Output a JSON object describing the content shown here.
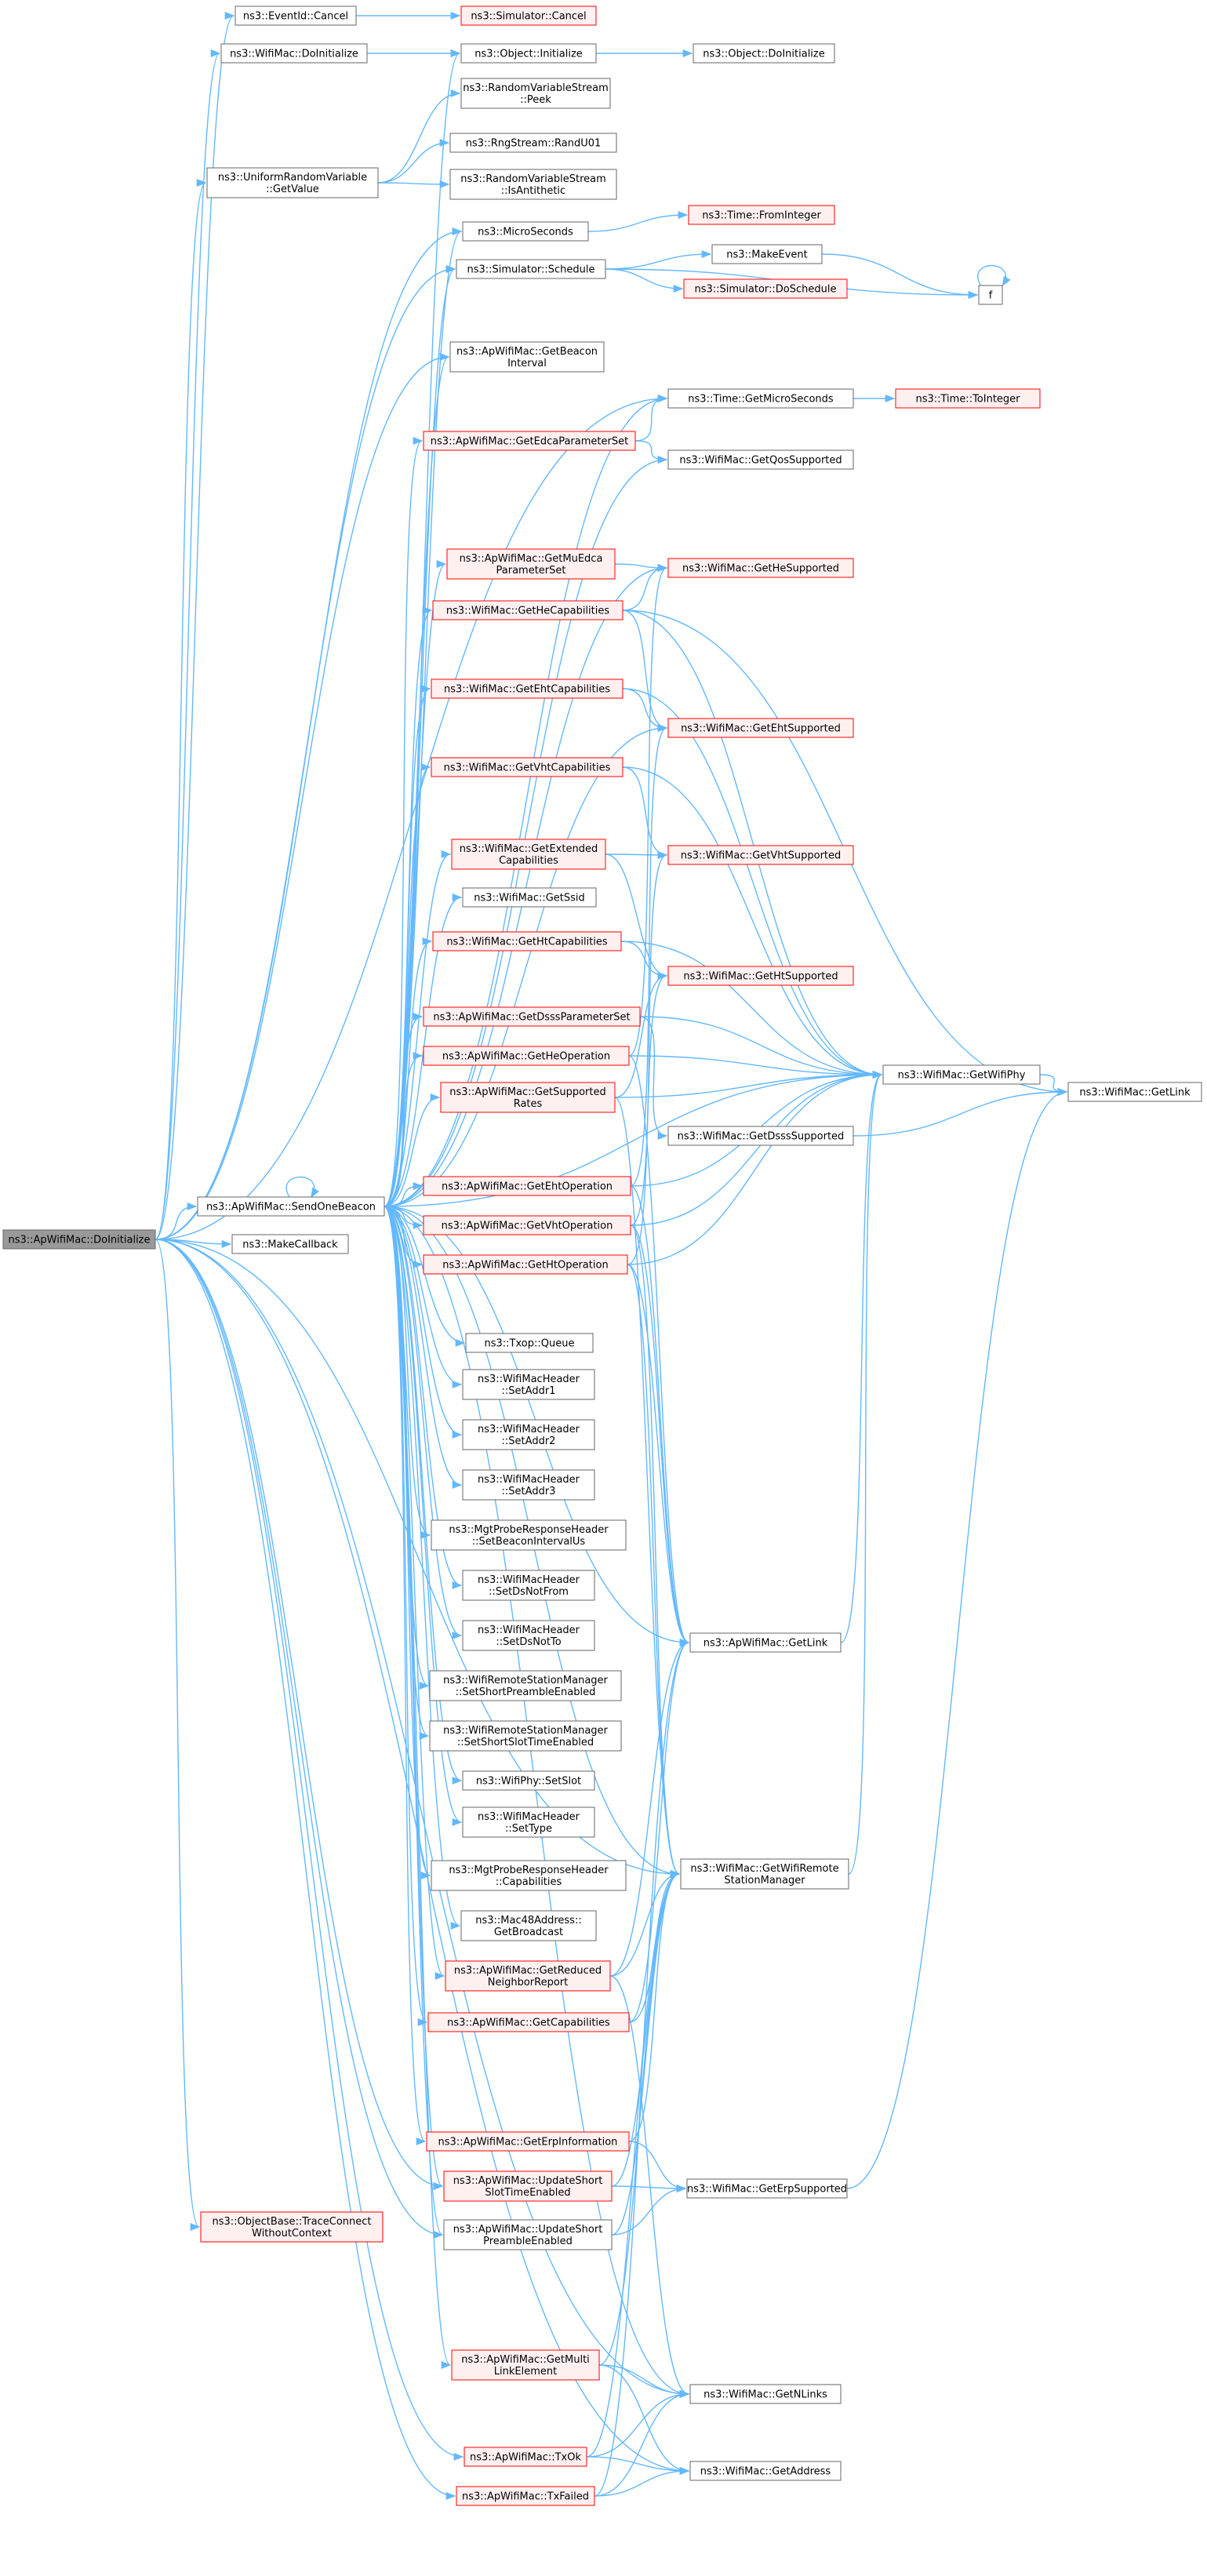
{
  "colors": {
    "edge": "#63b8ff",
    "root_fill": "#999999",
    "root_border": "#666666",
    "node_fill": "#ffffff",
    "node_border": "#666666",
    "highlight_fill": "#fff0f0",
    "highlight_border": "#ff0000",
    "text": "#000000"
  },
  "nodes": [
    {
      "id": "root",
      "lines": [
        "ns3::ApWifiMac::DoInitialize"
      ],
      "style": "root"
    },
    {
      "id": "eventid_cancel",
      "lines": [
        "ns3::EventId::Cancel"
      ],
      "style": "normal"
    },
    {
      "id": "sim_cancel",
      "lines": [
        "ns3::Simulator::Cancel"
      ],
      "style": "red"
    },
    {
      "id": "wifimac_doinit",
      "lines": [
        "ns3::WifiMac::DoInitialize"
      ],
      "style": "normal"
    },
    {
      "id": "obj_initialize",
      "lines": [
        "ns3::Object::Initialize"
      ],
      "style": "normal"
    },
    {
      "id": "obj_doinit",
      "lines": [
        "ns3::Object::DoInitialize"
      ],
      "style": "normal"
    },
    {
      "id": "rvs_peek",
      "lines": [
        "ns3::RandomVariableStream",
        "::Peek"
      ],
      "style": "normal"
    },
    {
      "id": "urv_getvalue",
      "lines": [
        "ns3::UniformRandomVariable",
        "::GetValue"
      ],
      "style": "normal"
    },
    {
      "id": "rng_randu01",
      "lines": [
        "ns3::RngStream::RandU01"
      ],
      "style": "normal"
    },
    {
      "id": "rvs_isanti",
      "lines": [
        "ns3::RandomVariableStream",
        "::IsAntithetic"
      ],
      "style": "normal"
    },
    {
      "id": "microseconds",
      "lines": [
        "ns3::MicroSeconds"
      ],
      "style": "normal"
    },
    {
      "id": "time_frominteger",
      "lines": [
        "ns3::Time::FromInteger"
      ],
      "style": "red"
    },
    {
      "id": "sim_schedule",
      "lines": [
        "ns3::Simulator::Schedule"
      ],
      "style": "normal"
    },
    {
      "id": "makeevent",
      "lines": [
        "ns3::MakeEvent"
      ],
      "style": "normal"
    },
    {
      "id": "sim_doschedule",
      "lines": [
        "ns3::Simulator::DoSchedule"
      ],
      "style": "red"
    },
    {
      "id": "f",
      "lines": [
        "f"
      ],
      "style": "normal"
    },
    {
      "id": "getbeaconinterval",
      "lines": [
        "ns3::ApWifiMac::GetBeacon",
        "Interval"
      ],
      "style": "normal"
    },
    {
      "id": "time_getmicroseconds",
      "lines": [
        "ns3::Time::GetMicroSeconds"
      ],
      "style": "normal"
    },
    {
      "id": "time_tointeger",
      "lines": [
        "ns3::Time::ToInteger"
      ],
      "style": "red"
    },
    {
      "id": "getedca",
      "lines": [
        "ns3::ApWifiMac::GetEdcaParameterSet"
      ],
      "style": "red"
    },
    {
      "id": "getqossupported",
      "lines": [
        "ns3::WifiMac::GetQosSupported"
      ],
      "style": "normal"
    },
    {
      "id": "getmuedca",
      "lines": [
        "ns3::ApWifiMac::GetMuEdca",
        "ParameterSet"
      ],
      "style": "red"
    },
    {
      "id": "gethesupported",
      "lines": [
        "ns3::WifiMac::GetHeSupported"
      ],
      "style": "red"
    },
    {
      "id": "gethecap",
      "lines": [
        "ns3::WifiMac::GetHeCapabilities"
      ],
      "style": "red"
    },
    {
      "id": "getehtcap",
      "lines": [
        "ns3::WifiMac::GetEhtCapabilities"
      ],
      "style": "red"
    },
    {
      "id": "getehtsupported",
      "lines": [
        "ns3::WifiMac::GetEhtSupported"
      ],
      "style": "red"
    },
    {
      "id": "getvhtcap",
      "lines": [
        "ns3::WifiMac::GetVhtCapabilities"
      ],
      "style": "red"
    },
    {
      "id": "getextcap",
      "lines": [
        "ns3::WifiMac::GetExtended",
        "Capabilities"
      ],
      "style": "red"
    },
    {
      "id": "getvhtsupported",
      "lines": [
        "ns3::WifiMac::GetVhtSupported"
      ],
      "style": "red"
    },
    {
      "id": "getssid",
      "lines": [
        "ns3::WifiMac::GetSsid"
      ],
      "style": "normal"
    },
    {
      "id": "gethtcap",
      "lines": [
        "ns3::WifiMac::GetHtCapabilities"
      ],
      "style": "red"
    },
    {
      "id": "gethtsupported",
      "lines": [
        "ns3::WifiMac::GetHtSupported"
      ],
      "style": "red"
    },
    {
      "id": "getdsss",
      "lines": [
        "ns3::ApWifiMac::GetDsssParameterSet"
      ],
      "style": "red"
    },
    {
      "id": "getheop",
      "lines": [
        "ns3::ApWifiMac::GetHeOperation"
      ],
      "style": "red"
    },
    {
      "id": "getwifiphy",
      "lines": [
        "ns3::WifiMac::GetWifiPhy"
      ],
      "style": "normal"
    },
    {
      "id": "getsuprates",
      "lines": [
        "ns3::ApWifiMac::GetSupported",
        "Rates"
      ],
      "style": "red"
    },
    {
      "id": "getlink_wm",
      "lines": [
        "ns3::WifiMac::GetLink"
      ],
      "style": "normal"
    },
    {
      "id": "getdssssupported",
      "lines": [
        "ns3::WifiMac::GetDsssSupported"
      ],
      "style": "normal"
    },
    {
      "id": "sendonebeacon",
      "lines": [
        "ns3::ApWifiMac::SendOneBeacon"
      ],
      "style": "normal"
    },
    {
      "id": "getehtop",
      "lines": [
        "ns3::ApWifiMac::GetEhtOperation"
      ],
      "style": "red"
    },
    {
      "id": "makecallback",
      "lines": [
        "ns3::MakeCallback"
      ],
      "style": "normal"
    },
    {
      "id": "getvhtop",
      "lines": [
        "ns3::ApWifiMac::GetVhtOperation"
      ],
      "style": "red"
    },
    {
      "id": "gethtop",
      "lines": [
        "ns3::ApWifiMac::GetHtOperation"
      ],
      "style": "red"
    },
    {
      "id": "txop_queue",
      "lines": [
        "ns3::Txop::Queue"
      ],
      "style": "normal"
    },
    {
      "id": "setaddr1",
      "lines": [
        "ns3::WifiMacHeader",
        "::SetAddr1"
      ],
      "style": "normal"
    },
    {
      "id": "setaddr2",
      "lines": [
        "ns3::WifiMacHeader",
        "::SetAddr2"
      ],
      "style": "normal"
    },
    {
      "id": "setaddr3",
      "lines": [
        "ns3::WifiMacHeader",
        "::SetAddr3"
      ],
      "style": "normal"
    },
    {
      "id": "setbeaconint",
      "lines": [
        "ns3::MgtProbeResponseHeader",
        "::SetBeaconIntervalUs"
      ],
      "style": "normal"
    },
    {
      "id": "setdsnotfrom",
      "lines": [
        "ns3::WifiMacHeader",
        "::SetDsNotFrom"
      ],
      "style": "normal"
    },
    {
      "id": "setdsnotto",
      "lines": [
        "ns3::WifiMacHeader",
        "::SetDsNotTo"
      ],
      "style": "normal"
    },
    {
      "id": "getlink_ap",
      "lines": [
        "ns3::ApWifiMac::GetLink"
      ],
      "style": "normal"
    },
    {
      "id": "setshortpreamble",
      "lines": [
        "ns3::WifiRemoteStationManager",
        "::SetShortPreambleEnabled"
      ],
      "style": "normal"
    },
    {
      "id": "setshortslot",
      "lines": [
        "ns3::WifiRemoteStationManager",
        "::SetShortSlotTimeEnabled"
      ],
      "style": "normal"
    },
    {
      "id": "phy_setslot",
      "lines": [
        "ns3::WifiPhy::SetSlot"
      ],
      "style": "normal"
    },
    {
      "id": "settype",
      "lines": [
        "ns3::WifiMacHeader",
        "::SetType"
      ],
      "style": "normal"
    },
    {
      "id": "getwifirsm",
      "lines": [
        "ns3::WifiMac::GetWifiRemote",
        "StationManager"
      ],
      "style": "normal"
    },
    {
      "id": "mgt_cap",
      "lines": [
        "ns3::MgtProbeResponseHeader",
        "::Capabilities"
      ],
      "style": "normal"
    },
    {
      "id": "getbroadcast",
      "lines": [
        "ns3::Mac48Address::",
        "GetBroadcast"
      ],
      "style": "normal"
    },
    {
      "id": "getrnr",
      "lines": [
        "ns3::ApWifiMac::GetReduced",
        "NeighborReport"
      ],
      "style": "red"
    },
    {
      "id": "getcapabilities",
      "lines": [
        "ns3::ApWifiMac::GetCapabilities"
      ],
      "style": "red"
    },
    {
      "id": "geterpinfo",
      "lines": [
        "ns3::ApWifiMac::GetErpInformation"
      ],
      "style": "red"
    },
    {
      "id": "updshortslot",
      "lines": [
        "ns3::ApWifiMac::UpdateShort",
        "SlotTimeEnabled"
      ],
      "style": "red"
    },
    {
      "id": "geterpsupported",
      "lines": [
        "ns3::WifiMac::GetErpSupported"
      ],
      "style": "normal"
    },
    {
      "id": "traceconnect",
      "lines": [
        "ns3::ObjectBase::TraceConnect",
        "WithoutContext"
      ],
      "style": "red"
    },
    {
      "id": "updshortpreamble",
      "lines": [
        "ns3::ApWifiMac::UpdateShort",
        "PreambleEnabled"
      ],
      "style": "normal"
    },
    {
      "id": "getmultilink",
      "lines": [
        "ns3::ApWifiMac::GetMulti",
        "LinkElement"
      ],
      "style": "red"
    },
    {
      "id": "getnlinks",
      "lines": [
        "ns3::WifiMac::GetNLinks"
      ],
      "style": "normal"
    },
    {
      "id": "txok",
      "lines": [
        "ns3::ApWifiMac::TxOk"
      ],
      "style": "red"
    },
    {
      "id": "getaddress",
      "lines": [
        "ns3::WifiMac::GetAddress"
      ],
      "style": "normal"
    },
    {
      "id": "txfailed",
      "lines": [
        "ns3::ApWifiMac::TxFailed"
      ],
      "style": "red"
    }
  ]
}
